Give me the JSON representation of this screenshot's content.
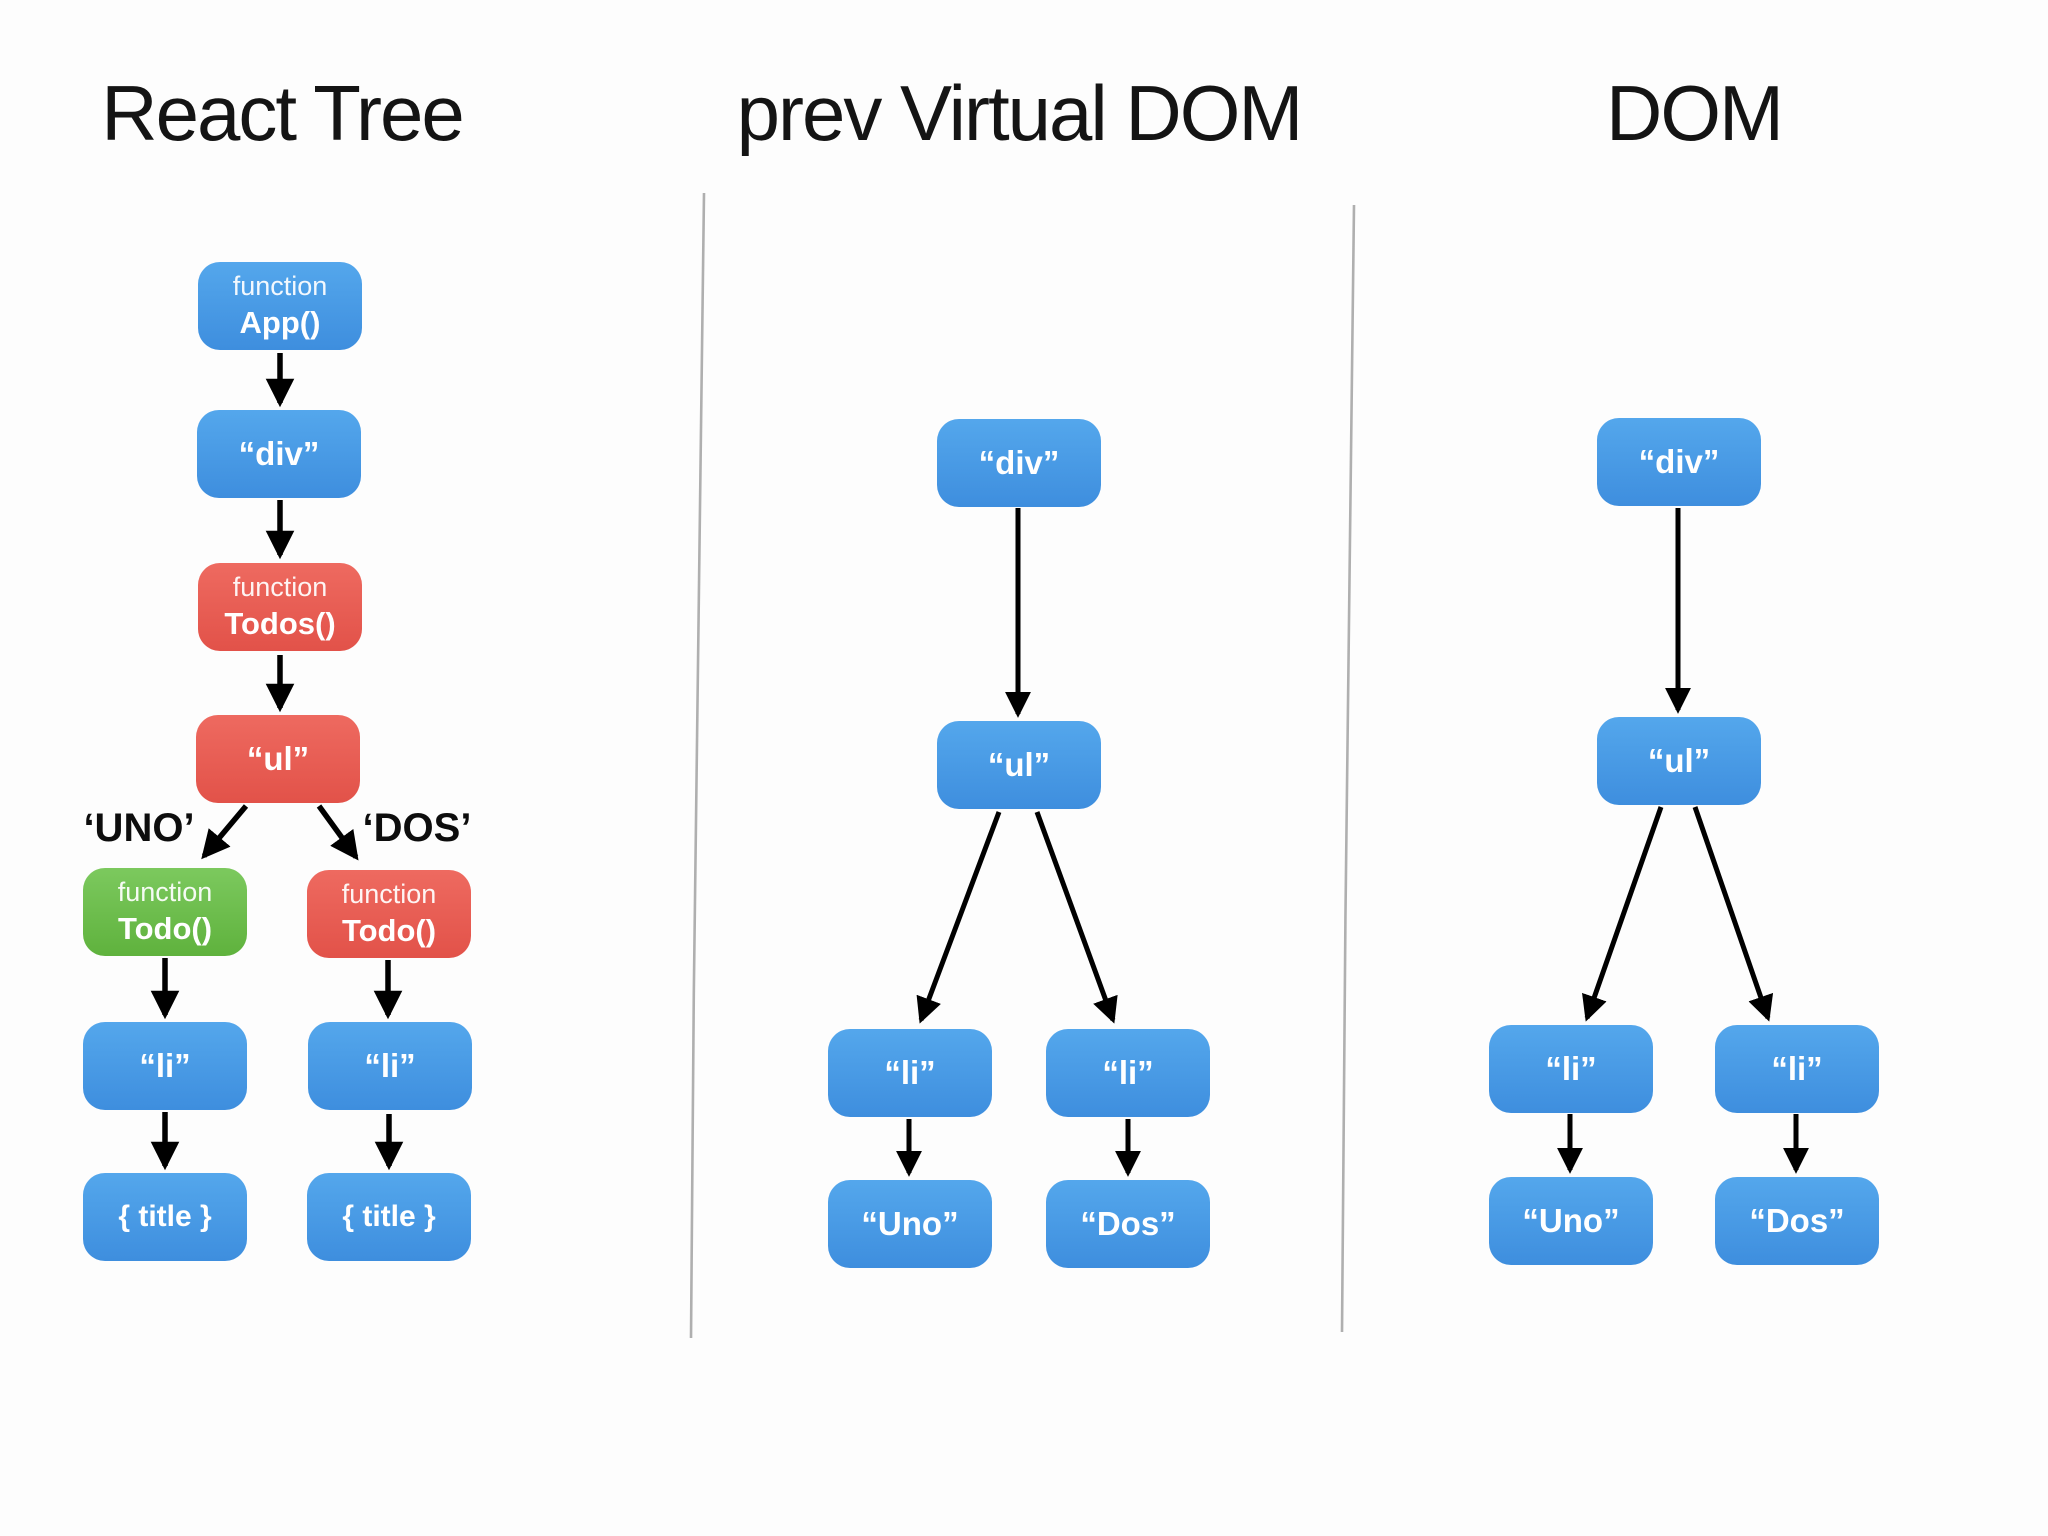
{
  "header": {
    "left_title": "React Tree",
    "middle_title": "prev Virtual DOM",
    "right_title": "DOM"
  },
  "trees": {
    "react": {
      "app": {
        "kicker": "function",
        "name": "App()"
      },
      "div": "“div”",
      "todos": {
        "kicker": "function",
        "name": "Todos()"
      },
      "ul": "“ul”",
      "key_left": "‘UNO’",
      "key_right": "‘DOS’",
      "todo_left": {
        "kicker": "function",
        "name": "Todo()"
      },
      "todo_right": {
        "kicker": "function",
        "name": "Todo()"
      },
      "li_left": "“li”",
      "li_right": "“li”",
      "title_left": "{ title }",
      "title_right": "{ title }"
    },
    "prev_vdom": {
      "div": "“div”",
      "ul": "“ul”",
      "li_left": "“li”",
      "li_right": "“li”",
      "text_left": "“Uno”",
      "text_right": "“Dos”"
    },
    "dom": {
      "div": "“div”",
      "ul": "“ul”",
      "li_left": "“li”",
      "li_right": "“li”",
      "text_left": "“Uno”",
      "text_right": "“Dos”"
    }
  },
  "colors": {
    "node_blue": "#459ee8",
    "node_red": "#e95e54",
    "node_green": "#6ebf4b",
    "arrow": "#000000",
    "divider": "#9b9b9b",
    "title_text": "#141414",
    "node_text": "#ffffff"
  }
}
